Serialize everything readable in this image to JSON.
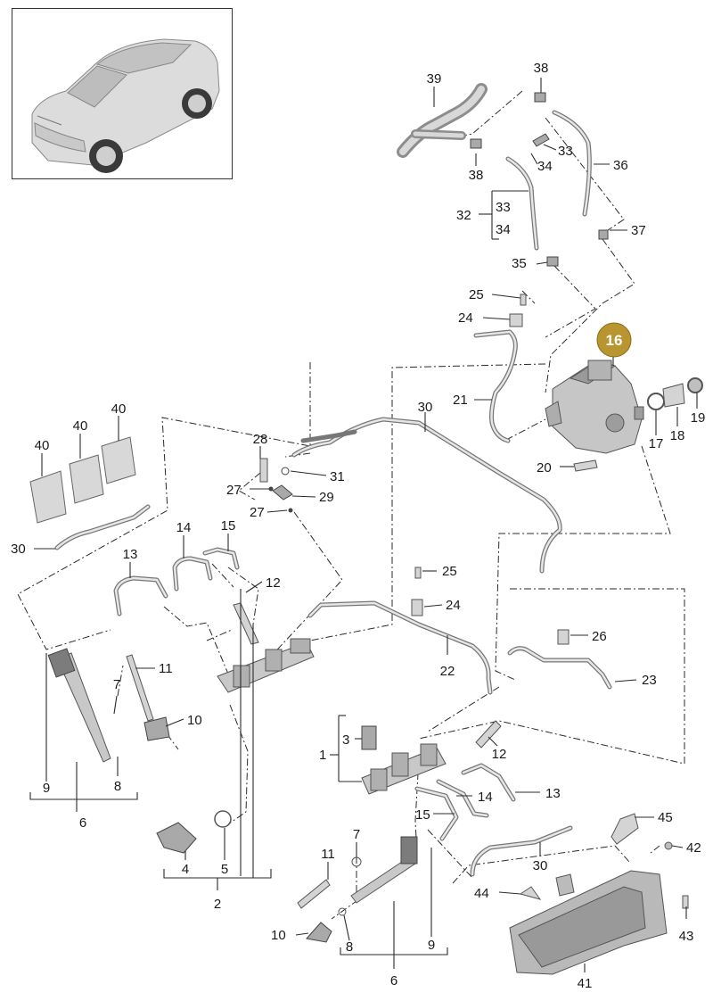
{
  "highlight": {
    "label": "16",
    "color": "#b8952e"
  },
  "labels": {
    "l39": "39",
    "l38a": "38",
    "l38b": "38",
    "l33a": "33",
    "l34a": "34",
    "l36": "36",
    "l32": "32",
    "l33b": "33",
    "l34b": "34",
    "l37": "37",
    "l35": "35",
    "l25a": "25",
    "l24a": "24",
    "l21": "21",
    "l30a": "30",
    "l17": "17",
    "l18": "18",
    "l19": "19",
    "l20": "20",
    "l40a": "40",
    "l40b": "40",
    "l40c": "40",
    "l30b": "30",
    "l28": "28",
    "l31": "31",
    "l27a": "27",
    "l29": "29",
    "l27b": "27",
    "l14a": "14",
    "l15a": "15",
    "l13a": "13",
    "l12a": "12",
    "l25b": "25",
    "l24b": "24",
    "l22": "22",
    "l26": "26",
    "l23": "23",
    "l11a": "11",
    "l7a": "7",
    "l10a": "10",
    "l9a": "9",
    "l8a": "8",
    "l6a": "6",
    "l4": "4",
    "l5": "5",
    "l2": "2",
    "l3": "3",
    "l1": "1",
    "l12b": "12",
    "l14b": "14",
    "l13b": "13",
    "l15b": "15",
    "l45": "45",
    "l42": "42",
    "l30c": "30",
    "l44": "44",
    "l43": "43",
    "l41": "41",
    "l7b": "7",
    "l11b": "11",
    "l10b": "10",
    "l8b": "8",
    "l9b": "9",
    "l6b": "6"
  }
}
